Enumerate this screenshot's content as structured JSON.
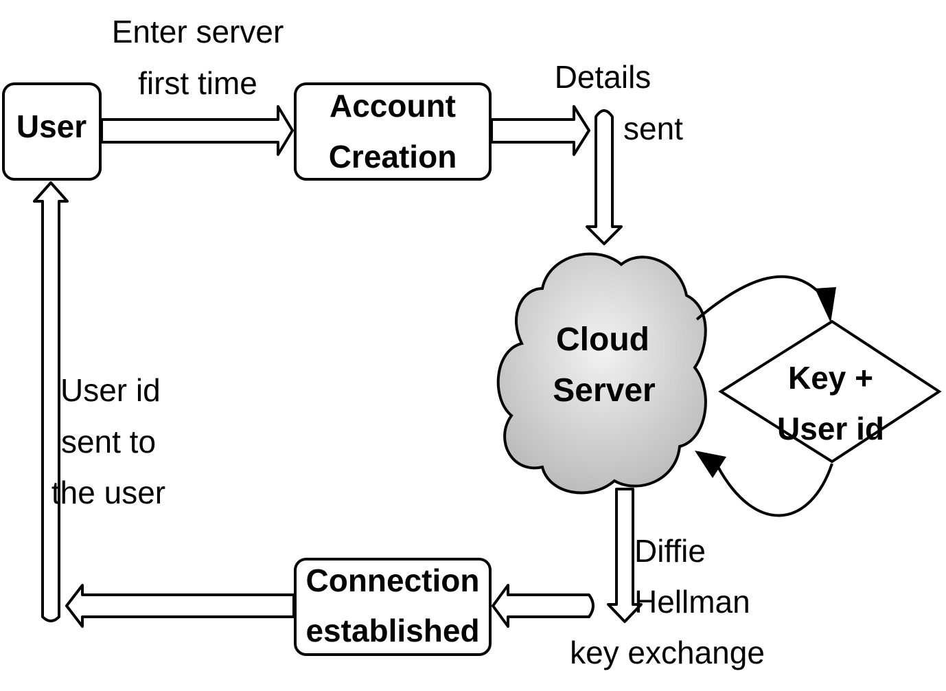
{
  "nodes": {
    "user": {
      "label": "User"
    },
    "account_creation": {
      "label_lines": [
        "Account",
        "Creation"
      ]
    },
    "cloud_server": {
      "label_lines": [
        "Cloud",
        "Server"
      ]
    },
    "key_user_id": {
      "label_lines": [
        "Key +",
        "User id"
      ]
    },
    "connection_established": {
      "label_lines": [
        "Connection",
        "established"
      ]
    }
  },
  "edges": {
    "enter_server": {
      "label_lines": [
        "Enter server",
        "first time"
      ]
    },
    "details_sent": {
      "label_lines": [
        "Details",
        "sent"
      ]
    },
    "diffie_hellman": {
      "label_lines": [
        "Diffie",
        "Hellman",
        "key exchange"
      ]
    },
    "user_id_sent": {
      "label_lines": [
        "User id",
        "sent to",
        "the user"
      ]
    }
  },
  "colors": {
    "stroke": "#000000",
    "box_fill": "#ffffff",
    "cloud_fill_light": "#f2f2f2",
    "cloud_fill_dark": "#bdbdbd",
    "text": "#000000"
  }
}
